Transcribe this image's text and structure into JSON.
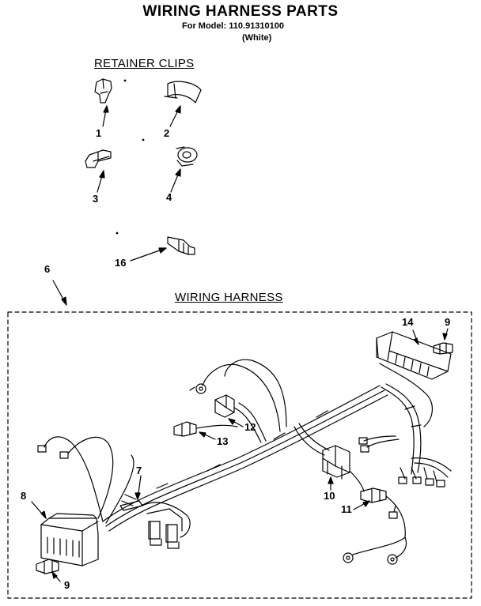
{
  "header": {
    "title": "WIRING HARNESS PARTS",
    "model_line": "For Model: 110.91310100",
    "color_line": "(White)"
  },
  "sections": {
    "retainer_clips": "RETAINER CLIPS",
    "wiring_harness": "WIRING HARNESS"
  },
  "callouts": {
    "c1": "1",
    "c2": "2",
    "c3": "3",
    "c4": "4",
    "c16": "16",
    "c6": "6",
    "c7": "7",
    "c8": "8",
    "c9a": "9",
    "c9b": "9",
    "c10": "10",
    "c11": "11",
    "c12": "12",
    "c13": "13",
    "c14": "14"
  },
  "colors": {
    "ink": "#000000",
    "paper": "#ffffff"
  }
}
